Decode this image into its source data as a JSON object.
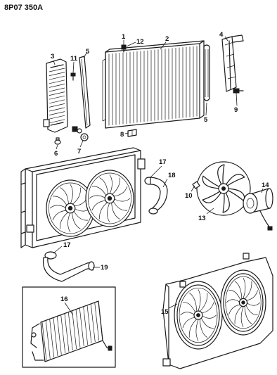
{
  "header": {
    "code": "8P07 350A"
  },
  "callouts": [
    {
      "id": "c1",
      "label": "1"
    },
    {
      "id": "c2",
      "label": "2"
    },
    {
      "id": "c3",
      "label": "3"
    },
    {
      "id": "c4",
      "label": "4"
    },
    {
      "id": "c5a",
      "label": "5"
    },
    {
      "id": "c5b",
      "label": "5"
    },
    {
      "id": "c6",
      "label": "6"
    },
    {
      "id": "c7",
      "label": "7"
    },
    {
      "id": "c8",
      "label": "8"
    },
    {
      "id": "c9",
      "label": "9"
    },
    {
      "id": "c10",
      "label": "10"
    },
    {
      "id": "c11",
      "label": "11"
    },
    {
      "id": "c12",
      "label": "12"
    },
    {
      "id": "c13",
      "label": "13"
    },
    {
      "id": "c14",
      "label": "14"
    },
    {
      "id": "c15",
      "label": "15"
    },
    {
      "id": "c16",
      "label": "16"
    },
    {
      "id": "c17a",
      "label": "17"
    },
    {
      "id": "c17b",
      "label": "17"
    },
    {
      "id": "c18",
      "label": "18"
    },
    {
      "id": "c19",
      "label": "19"
    }
  ]
}
